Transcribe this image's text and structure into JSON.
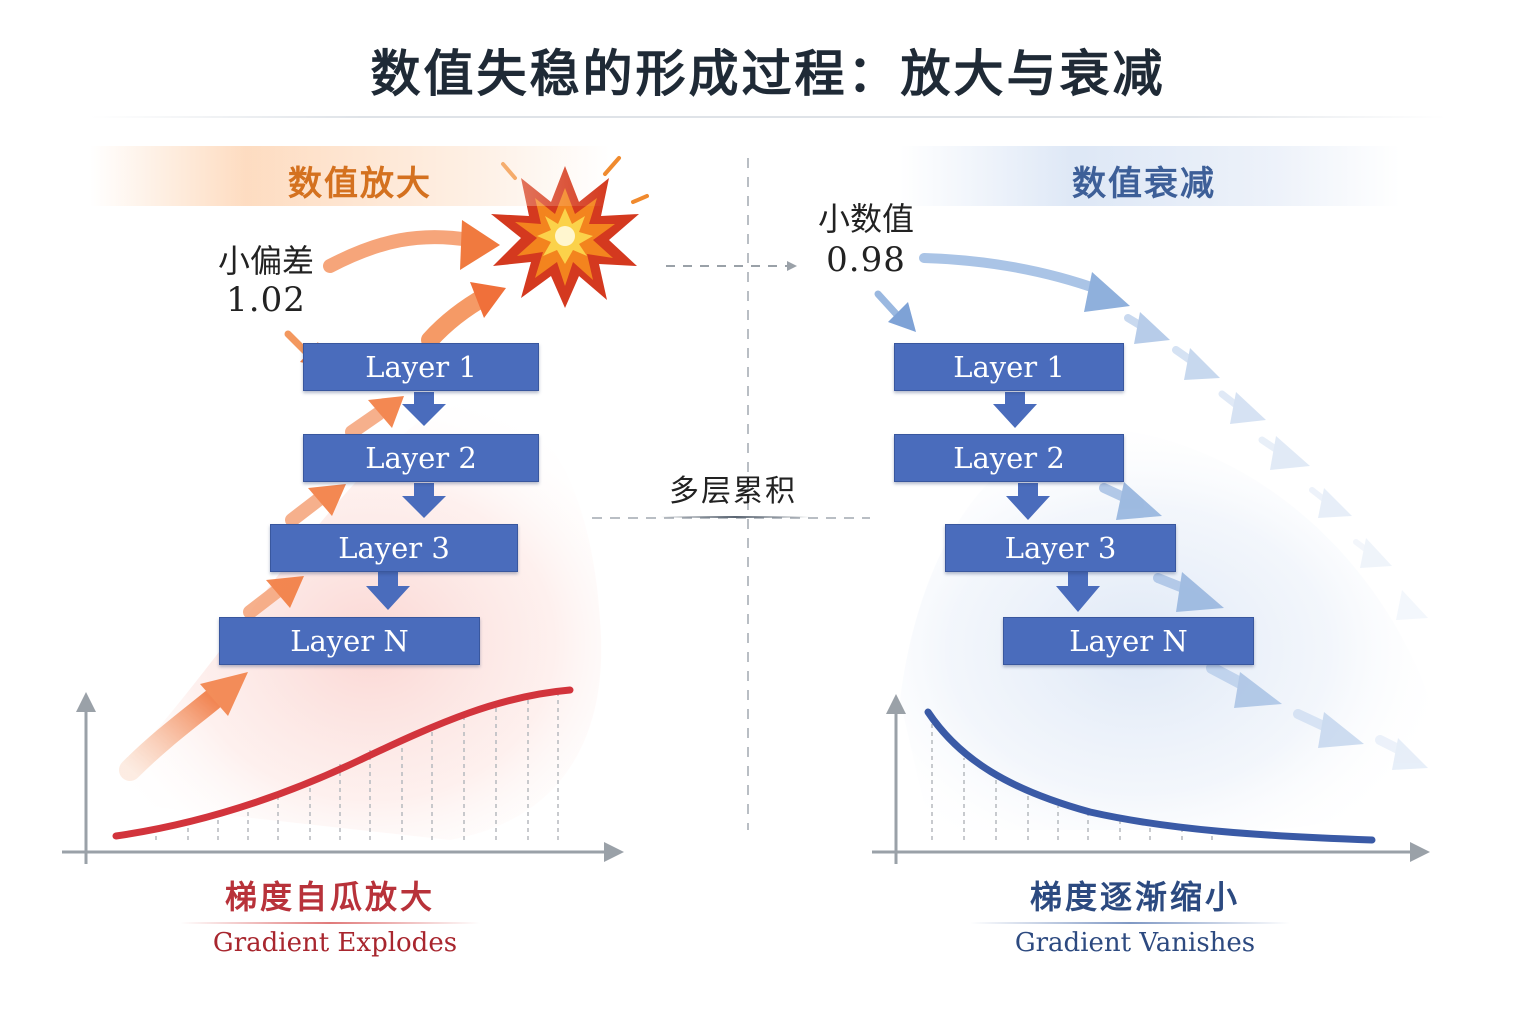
{
  "title": "数值失稳的形成过程：放大与衰减",
  "left": {
    "section_title": "数值放大",
    "input_label": "小偏差",
    "input_value": "1.02",
    "layers": [
      "Layer 1",
      "Layer 2",
      "Layer 3",
      "Layer N"
    ],
    "caption_zh": "梯度自瓜放大",
    "caption_en": "Gradient Explodes",
    "accent_color": "#d4711f",
    "curve_color": "#d2343c",
    "icon": "explosion-icon"
  },
  "middle": {
    "label": "多层累积"
  },
  "right": {
    "section_title": "数值衰减",
    "input_label": "小数值",
    "input_value": "0.98",
    "layers": [
      "Layer 1",
      "Layer 2",
      "Layer 3",
      "Layer N"
    ],
    "caption_zh": "梯度逐渐缩小",
    "caption_en": "Gradient Vanishes",
    "accent_color": "#3d5f98",
    "curve_color": "#3a5aa6"
  },
  "colors": {
    "layer_box": "#4a6cbc",
    "orange_arrow": "#f2834a",
    "blue_arrow": "#8fb0dc"
  }
}
